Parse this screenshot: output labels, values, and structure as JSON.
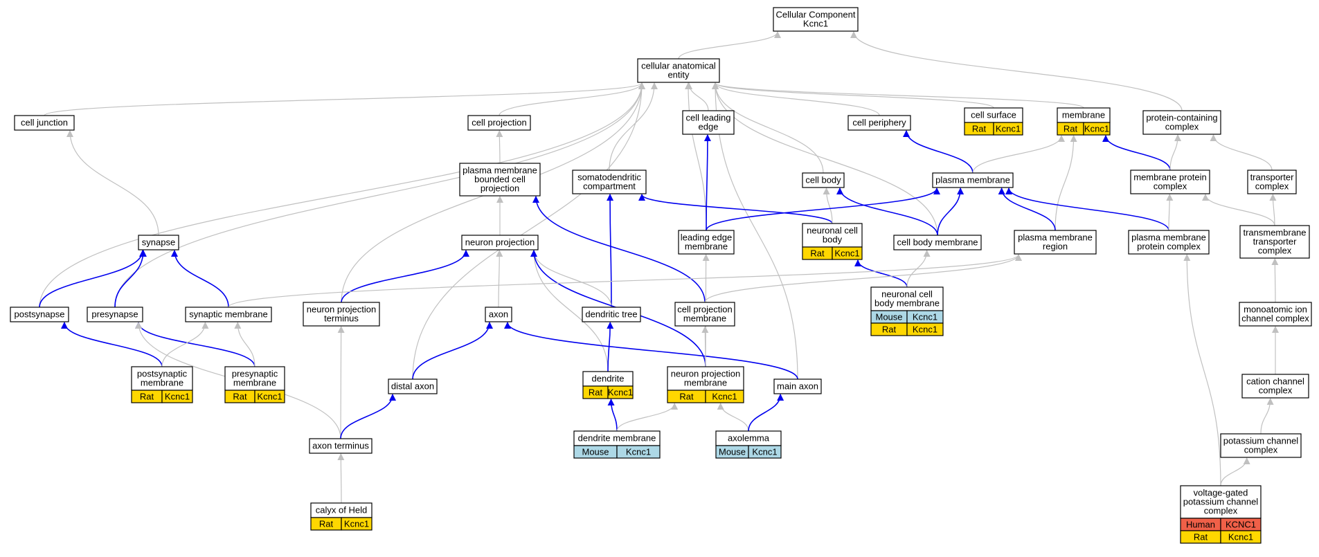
{
  "colors": {
    "gray_edge": "#c0c0c0",
    "blue_edge": "#0000ee",
    "rat": "#ffd700",
    "mouse": "#add8e6",
    "human": "#f06048",
    "node_fill": "#ffffff",
    "node_stroke": "#000000"
  },
  "nodes": {
    "root": {
      "lines": [
        "Cellular Component",
        "Kcnc1"
      ]
    },
    "cae": {
      "lines": [
        "cellular anatomical",
        "entity"
      ]
    },
    "cell_junction": {
      "lines": [
        "cell junction"
      ]
    },
    "cell_projection": {
      "lines": [
        "cell projection"
      ]
    },
    "cell_leading_edge": {
      "lines": [
        "cell leading",
        "edge"
      ]
    },
    "cell_periphery": {
      "lines": [
        "cell periphery"
      ]
    },
    "cell_surface": {
      "lines": [
        "cell surface"
      ],
      "rows": [
        [
          {
            "text": "Rat",
            "color": "rat"
          },
          {
            "text": "Kcnc1",
            "color": "rat"
          }
        ]
      ]
    },
    "membrane": {
      "lines": [
        "membrane"
      ],
      "rows": [
        [
          {
            "text": "Rat",
            "color": "rat"
          },
          {
            "text": "Kcnc1",
            "color": "rat"
          }
        ]
      ]
    },
    "protein_complex": {
      "lines": [
        "protein-containing",
        "complex"
      ]
    },
    "pm_bounded": {
      "lines": [
        "plasma membrane",
        "bounded cell",
        "projection"
      ]
    },
    "somatodendritic": {
      "lines": [
        "somatodendritic",
        "compartment"
      ]
    },
    "cell_body": {
      "lines": [
        "cell body"
      ]
    },
    "plasma_membrane": {
      "lines": [
        "plasma membrane"
      ]
    },
    "membrane_protein_complex": {
      "lines": [
        "membrane protein",
        "complex"
      ]
    },
    "transporter_complex": {
      "lines": [
        "transporter",
        "complex"
      ]
    },
    "synapse": {
      "lines": [
        "synapse"
      ]
    },
    "neuron_projection": {
      "lines": [
        "neuron projection"
      ]
    },
    "leading_edge_membrane": {
      "lines": [
        "leading edge",
        "membrane"
      ]
    },
    "neuronal_cell_body": {
      "lines": [
        "neuronal cell",
        "body"
      ],
      "rows": [
        [
          {
            "text": "Rat",
            "color": "rat"
          },
          {
            "text": "Kcnc1",
            "color": "rat"
          }
        ]
      ]
    },
    "cell_body_membrane": {
      "lines": [
        "cell body membrane"
      ]
    },
    "pm_region": {
      "lines": [
        "plasma membrane",
        "region"
      ]
    },
    "pm_protein_complex": {
      "lines": [
        "plasma membrane",
        "protein complex"
      ]
    },
    "tm_transporter": {
      "lines": [
        "transmembrane",
        "transporter",
        "complex"
      ]
    },
    "postsynapse": {
      "lines": [
        "postsynapse"
      ]
    },
    "presynapse": {
      "lines": [
        "presynapse"
      ]
    },
    "synaptic_membrane": {
      "lines": [
        "synaptic membrane"
      ]
    },
    "np_terminus": {
      "lines": [
        "neuron projection",
        "terminus"
      ]
    },
    "axon": {
      "lines": [
        "axon"
      ]
    },
    "dendritic_tree": {
      "lines": [
        "dendritic tree"
      ]
    },
    "cell_projection_membrane": {
      "lines": [
        "cell projection",
        "membrane"
      ]
    },
    "neuronal_cb_membrane": {
      "lines": [
        "neuronal cell",
        "body membrane"
      ],
      "rows": [
        [
          {
            "text": "Mouse",
            "color": "mouse"
          },
          {
            "text": "Kcnc1",
            "color": "mouse"
          }
        ],
        [
          {
            "text": "Rat",
            "color": "rat"
          },
          {
            "text": "Kcnc1",
            "color": "rat"
          }
        ]
      ]
    },
    "monoatomic": {
      "lines": [
        "monoatomic ion",
        "channel complex"
      ]
    },
    "postsynaptic_membrane": {
      "lines": [
        "postsynaptic",
        "membrane"
      ],
      "rows": [
        [
          {
            "text": "Rat",
            "color": "rat"
          },
          {
            "text": "Kcnc1",
            "color": "rat"
          }
        ]
      ]
    },
    "presynaptic_membrane": {
      "lines": [
        "presynaptic",
        "membrane"
      ],
      "rows": [
        [
          {
            "text": "Rat",
            "color": "rat"
          },
          {
            "text": "Kcnc1",
            "color": "rat"
          }
        ]
      ]
    },
    "distal_axon": {
      "lines": [
        "distal axon"
      ]
    },
    "dendrite": {
      "lines": [
        "dendrite"
      ],
      "rows": [
        [
          {
            "text": "Rat",
            "color": "rat"
          },
          {
            "text": "Kcnc1",
            "color": "rat"
          }
        ]
      ]
    },
    "np_membrane": {
      "lines": [
        "neuron projection",
        "membrane"
      ],
      "rows": [
        [
          {
            "text": "Rat",
            "color": "rat"
          },
          {
            "text": "Kcnc1",
            "color": "rat"
          }
        ]
      ]
    },
    "main_axon": {
      "lines": [
        "main axon"
      ]
    },
    "cation_channel": {
      "lines": [
        "cation channel",
        "complex"
      ]
    },
    "axon_terminus": {
      "lines": [
        "axon terminus"
      ]
    },
    "dendrite_membrane": {
      "lines": [
        "dendrite membrane"
      ],
      "rows": [
        [
          {
            "text": "Mouse",
            "color": "mouse"
          },
          {
            "text": "Kcnc1",
            "color": "mouse"
          }
        ]
      ]
    },
    "axolemma": {
      "lines": [
        "axolemma"
      ],
      "rows": [
        [
          {
            "text": "Mouse",
            "color": "mouse"
          },
          {
            "text": "Kcnc1",
            "color": "mouse"
          }
        ]
      ]
    },
    "potassium_channel": {
      "lines": [
        "potassium channel",
        "complex"
      ]
    },
    "calyx": {
      "lines": [
        "calyx of Held"
      ],
      "rows": [
        [
          {
            "text": "Rat",
            "color": "rat"
          },
          {
            "text": "Kcnc1",
            "color": "rat"
          }
        ]
      ]
    },
    "vg_potassium": {
      "lines": [
        "voltage-gated",
        "potassium channel",
        "complex"
      ],
      "rows": [
        [
          {
            "text": "Human",
            "color": "human"
          },
          {
            "text": "KCNC1",
            "color": "human"
          }
        ],
        [
          {
            "text": "Rat",
            "color": "rat"
          },
          {
            "text": "Kcnc1",
            "color": "rat"
          }
        ]
      ]
    }
  },
  "edges": [
    {
      "from": "cae",
      "to": "root",
      "type": "gray"
    },
    {
      "from": "protein_complex",
      "to": "root",
      "type": "gray"
    },
    {
      "from": "cell_junction",
      "to": "cae",
      "type": "gray"
    },
    {
      "from": "cell_projection",
      "to": "cae",
      "type": "gray"
    },
    {
      "from": "cell_leading_edge",
      "to": "cae",
      "type": "gray"
    },
    {
      "from": "cell_periphery",
      "to": "cae",
      "type": "gray"
    },
    {
      "from": "cell_surface",
      "to": "cae",
      "type": "gray"
    },
    {
      "from": "membrane",
      "to": "cae",
      "type": "gray"
    },
    {
      "from": "somatodendritic",
      "to": "cae",
      "type": "gray"
    },
    {
      "from": "cell_body",
      "to": "cae",
      "type": "gray"
    },
    {
      "from": "postsynapse",
      "to": "cae",
      "type": "gray"
    },
    {
      "from": "presynapse",
      "to": "cae",
      "type": "gray"
    },
    {
      "from": "np_terminus",
      "to": "cae",
      "type": "gray"
    },
    {
      "from": "distal_axon",
      "to": "cae",
      "type": "gray"
    },
    {
      "from": "leading_edge_membrane",
      "to": "cae",
      "type": "gray"
    },
    {
      "from": "cell_body_membrane",
      "to": "cae",
      "type": "gray"
    },
    {
      "from": "main_axon",
      "to": "cae",
      "type": "gray"
    },
    {
      "from": "pm_bounded",
      "to": "cell_projection",
      "type": "gray"
    },
    {
      "from": "neuron_projection",
      "to": "pm_bounded",
      "type": "gray"
    },
    {
      "from": "leading_edge_membrane",
      "to": "cell_leading_edge",
      "type": "blue"
    },
    {
      "from": "plasma_membrane",
      "to": "cell_periphery",
      "type": "blue"
    },
    {
      "from": "plasma_membrane",
      "to": "membrane",
      "type": "gray"
    },
    {
      "from": "pm_region",
      "to": "membrane",
      "type": "gray"
    },
    {
      "from": "membrane_protein_complex",
      "to": "membrane",
      "type": "blue"
    },
    {
      "from": "membrane_protein_complex",
      "to": "protein_complex",
      "type": "gray"
    },
    {
      "from": "transporter_complex",
      "to": "protein_complex",
      "type": "gray"
    },
    {
      "from": "neuronal_cell_body",
      "to": "somatodendritic",
      "type": "blue"
    },
    {
      "from": "dendritic_tree",
      "to": "somatodendritic",
      "type": "blue"
    },
    {
      "from": "neuronal_cell_body",
      "to": "cell_body",
      "type": "gray"
    },
    {
      "from": "cell_body_membrane",
      "to": "cell_body",
      "type": "blue"
    },
    {
      "from": "leading_edge_membrane",
      "to": "plasma_membrane",
      "type": "blue"
    },
    {
      "from": "cell_body_membrane",
      "to": "plasma_membrane",
      "type": "blue"
    },
    {
      "from": "pm_region",
      "to": "plasma_membrane",
      "type": "blue"
    },
    {
      "from": "pm_protein_complex",
      "to": "plasma_membrane",
      "type": "blue"
    },
    {
      "from": "pm_protein_complex",
      "to": "membrane_protein_complex",
      "type": "gray"
    },
    {
      "from": "tm_transporter",
      "to": "membrane_protein_complex",
      "type": "gray"
    },
    {
      "from": "tm_transporter",
      "to": "transporter_complex",
      "type": "gray"
    },
    {
      "from": "synapse",
      "to": "cell_junction",
      "type": "gray"
    },
    {
      "from": "postsynapse",
      "to": "synapse",
      "type": "blue"
    },
    {
      "from": "presynapse",
      "to": "synapse",
      "type": "blue"
    },
    {
      "from": "synaptic_membrane",
      "to": "synapse",
      "type": "blue"
    },
    {
      "from": "np_terminus",
      "to": "neuron_projection",
      "type": "blue"
    },
    {
      "from": "axon",
      "to": "neuron_projection",
      "type": "gray"
    },
    {
      "from": "dendritic_tree",
      "to": "neuron_projection",
      "type": "gray"
    },
    {
      "from": "dendrite",
      "to": "neuron_projection",
      "type": "gray"
    },
    {
      "from": "np_membrane",
      "to": "neuron_projection",
      "type": "blue"
    },
    {
      "from": "cell_projection_membrane",
      "to": "pm_bounded",
      "type": "blue"
    },
    {
      "from": "np_membrane",
      "to": "leading_edge_membrane",
      "type": "gray"
    },
    {
      "from": "neuronal_cb_membrane",
      "to": "neuronal_cell_body",
      "type": "blue"
    },
    {
      "from": "neuronal_cb_membrane",
      "to": "cell_body_membrane",
      "type": "gray"
    },
    {
      "from": "synaptic_membrane",
      "to": "pm_region",
      "type": "gray"
    },
    {
      "from": "cell_projection_membrane",
      "to": "pm_region",
      "type": "gray"
    },
    {
      "from": "vg_potassium",
      "to": "pm_protein_complex",
      "type": "gray"
    },
    {
      "from": "monoatomic",
      "to": "tm_transporter",
      "type": "gray"
    },
    {
      "from": "postsynaptic_membrane",
      "to": "postsynapse",
      "type": "blue"
    },
    {
      "from": "presynaptic_membrane",
      "to": "presynapse",
      "type": "blue"
    },
    {
      "from": "axon_terminus",
      "to": "presynapse",
      "type": "gray"
    },
    {
      "from": "postsynaptic_membrane",
      "to": "synaptic_membrane",
      "type": "gray"
    },
    {
      "from": "presynaptic_membrane",
      "to": "synaptic_membrane",
      "type": "gray"
    },
    {
      "from": "axon_terminus",
      "to": "np_terminus",
      "type": "gray"
    },
    {
      "from": "distal_axon",
      "to": "axon",
      "type": "blue"
    },
    {
      "from": "main_axon",
      "to": "axon",
      "type": "blue"
    },
    {
      "from": "dendrite",
      "to": "dendritic_tree",
      "type": "blue"
    },
    {
      "from": "np_membrane",
      "to": "cell_projection_membrane",
      "type": "gray"
    },
    {
      "from": "cation_channel",
      "to": "monoatomic",
      "type": "gray"
    },
    {
      "from": "axon_terminus",
      "to": "distal_axon",
      "type": "blue"
    },
    {
      "from": "dendrite_membrane",
      "to": "dendrite",
      "type": "blue"
    },
    {
      "from": "dendrite_membrane",
      "to": "np_membrane",
      "type": "gray"
    },
    {
      "from": "axolemma",
      "to": "np_membrane",
      "type": "gray"
    },
    {
      "from": "axolemma",
      "to": "main_axon",
      "type": "blue"
    },
    {
      "from": "potassium_channel",
      "to": "cation_channel",
      "type": "gray"
    },
    {
      "from": "calyx",
      "to": "axon_terminus",
      "type": "gray"
    },
    {
      "from": "vg_potassium",
      "to": "potassium_channel",
      "type": "gray"
    }
  ]
}
